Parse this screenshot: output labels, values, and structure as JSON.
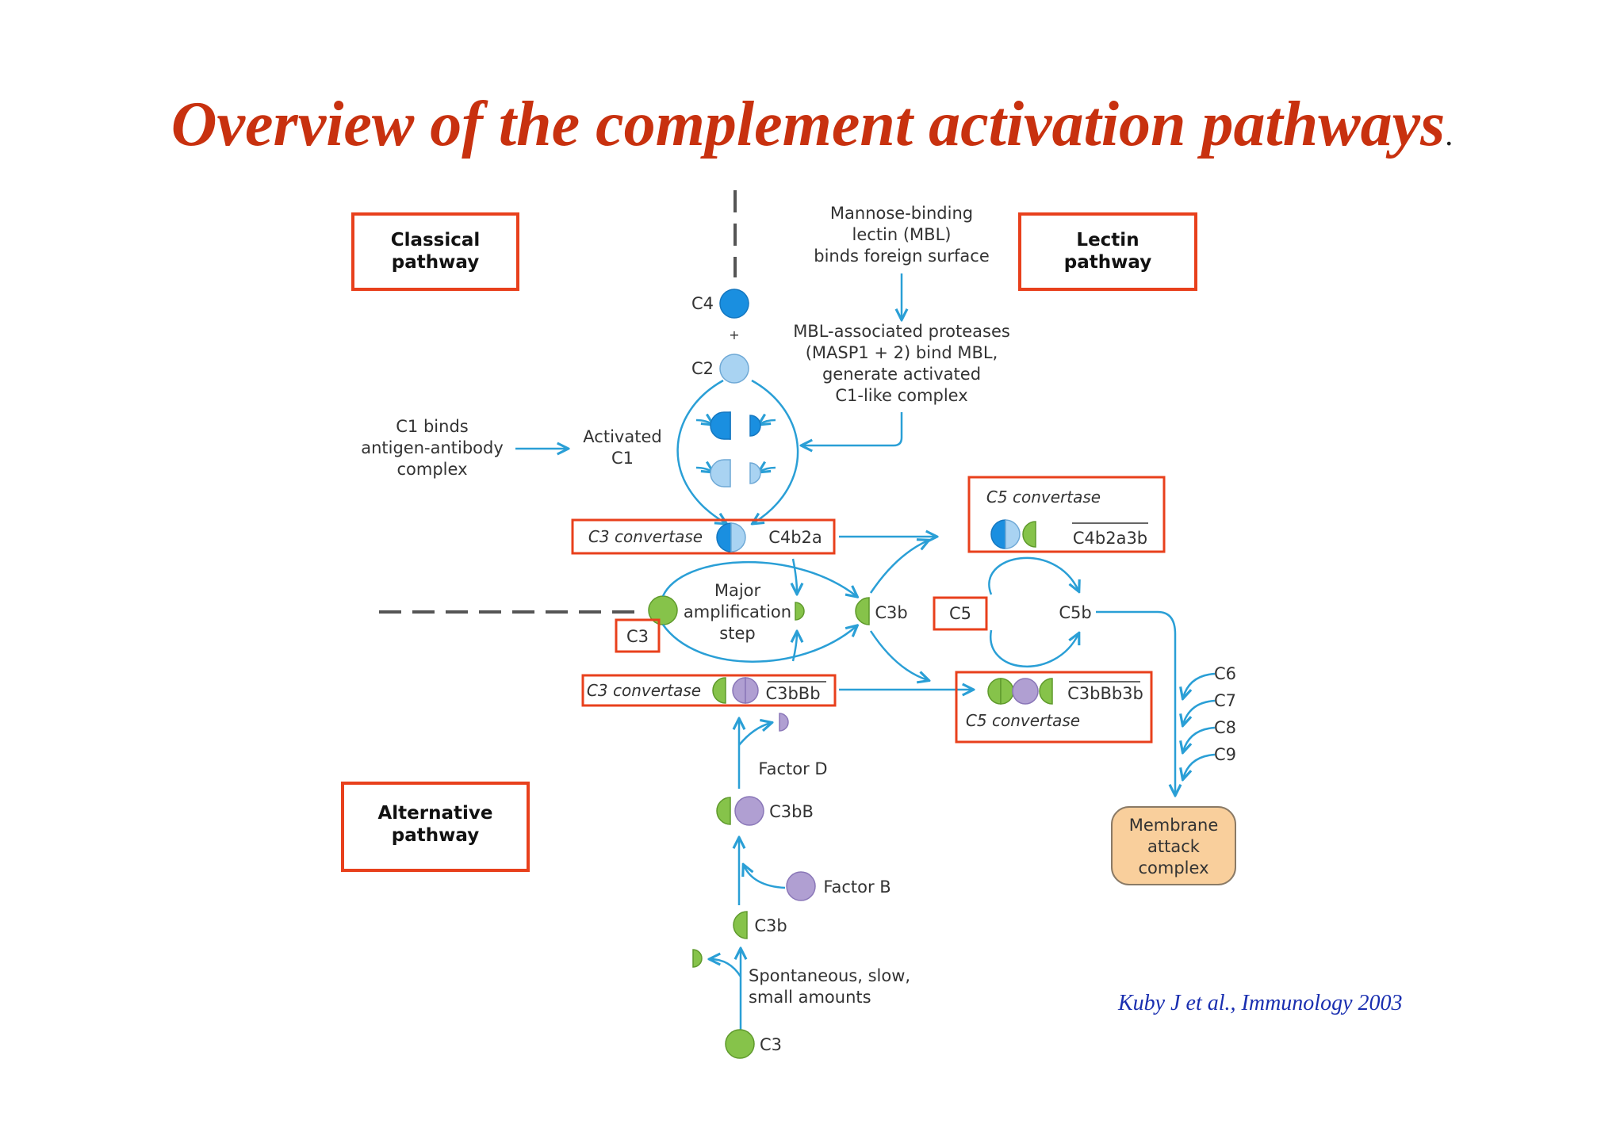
{
  "title": "Overview of the complement activation pathways",
  "title_suffix": ".",
  "citation": "Kuby J et al., Immunology 2003",
  "colors": {
    "title": "#c8310f",
    "box_outline": "#e8401c",
    "arrow": "#2a9fd6",
    "c4": "#1a8fe0",
    "c2": "#a9d3f2",
    "c3": "#86c34a",
    "factor_b": "#b09fd2",
    "mac_fill": "#f9cf9c",
    "citation": "#1a2fb0"
  },
  "boxes": {
    "classical_1": "Classical",
    "classical_2": "pathway",
    "lectin_1": "Lectin",
    "lectin_2": "pathway",
    "alternative_1": "Alternative",
    "alternative_2": "pathway"
  },
  "labels": {
    "mbl_1": "Mannose-binding",
    "mbl_2": "lectin (MBL)",
    "mbl_3": "binds foreign surface",
    "masp_1": "MBL-associated proteases",
    "masp_2": "(MASP1 + 2) bind MBL,",
    "masp_3": "generate activated",
    "masp_4": "C1-like complex",
    "c4": "C4",
    "plus": "+",
    "c2": "C2",
    "c1binds_1": "C1 binds",
    "c1binds_2": "antigen-antibody",
    "c1binds_3": "complex",
    "activated_1": "Activated",
    "activated_2": "C1",
    "c3conv_classical": "C3 convertase",
    "c4b2a": "C4b2a",
    "c5conv_classical": "C5 convertase",
    "c4b2a3b": "C4b2a3b",
    "major_1": "Major",
    "major_2": "amplification",
    "major_3": "step",
    "c3_mid": "C3",
    "c3b_mid": "C3b",
    "c5": "C5",
    "c5b": "C5b",
    "c3conv_alt": "C3 convertase",
    "c3bbb": "C3bBb",
    "c3bbb3b": "C3bBb3b",
    "c5conv_alt": "C5 convertase",
    "c6": "C6",
    "c7": "C7",
    "c8": "C8",
    "c9": "C9",
    "factor_d": "Factor D",
    "c3bb": "C3bB",
    "factor_b": "Factor B",
    "c3b_low": "C3b",
    "spont_1": "Spontaneous, slow,",
    "spont_2": "small amounts",
    "c3_low": "C3",
    "mac_1": "Membrane",
    "mac_2": "attack",
    "mac_3": "complex"
  }
}
